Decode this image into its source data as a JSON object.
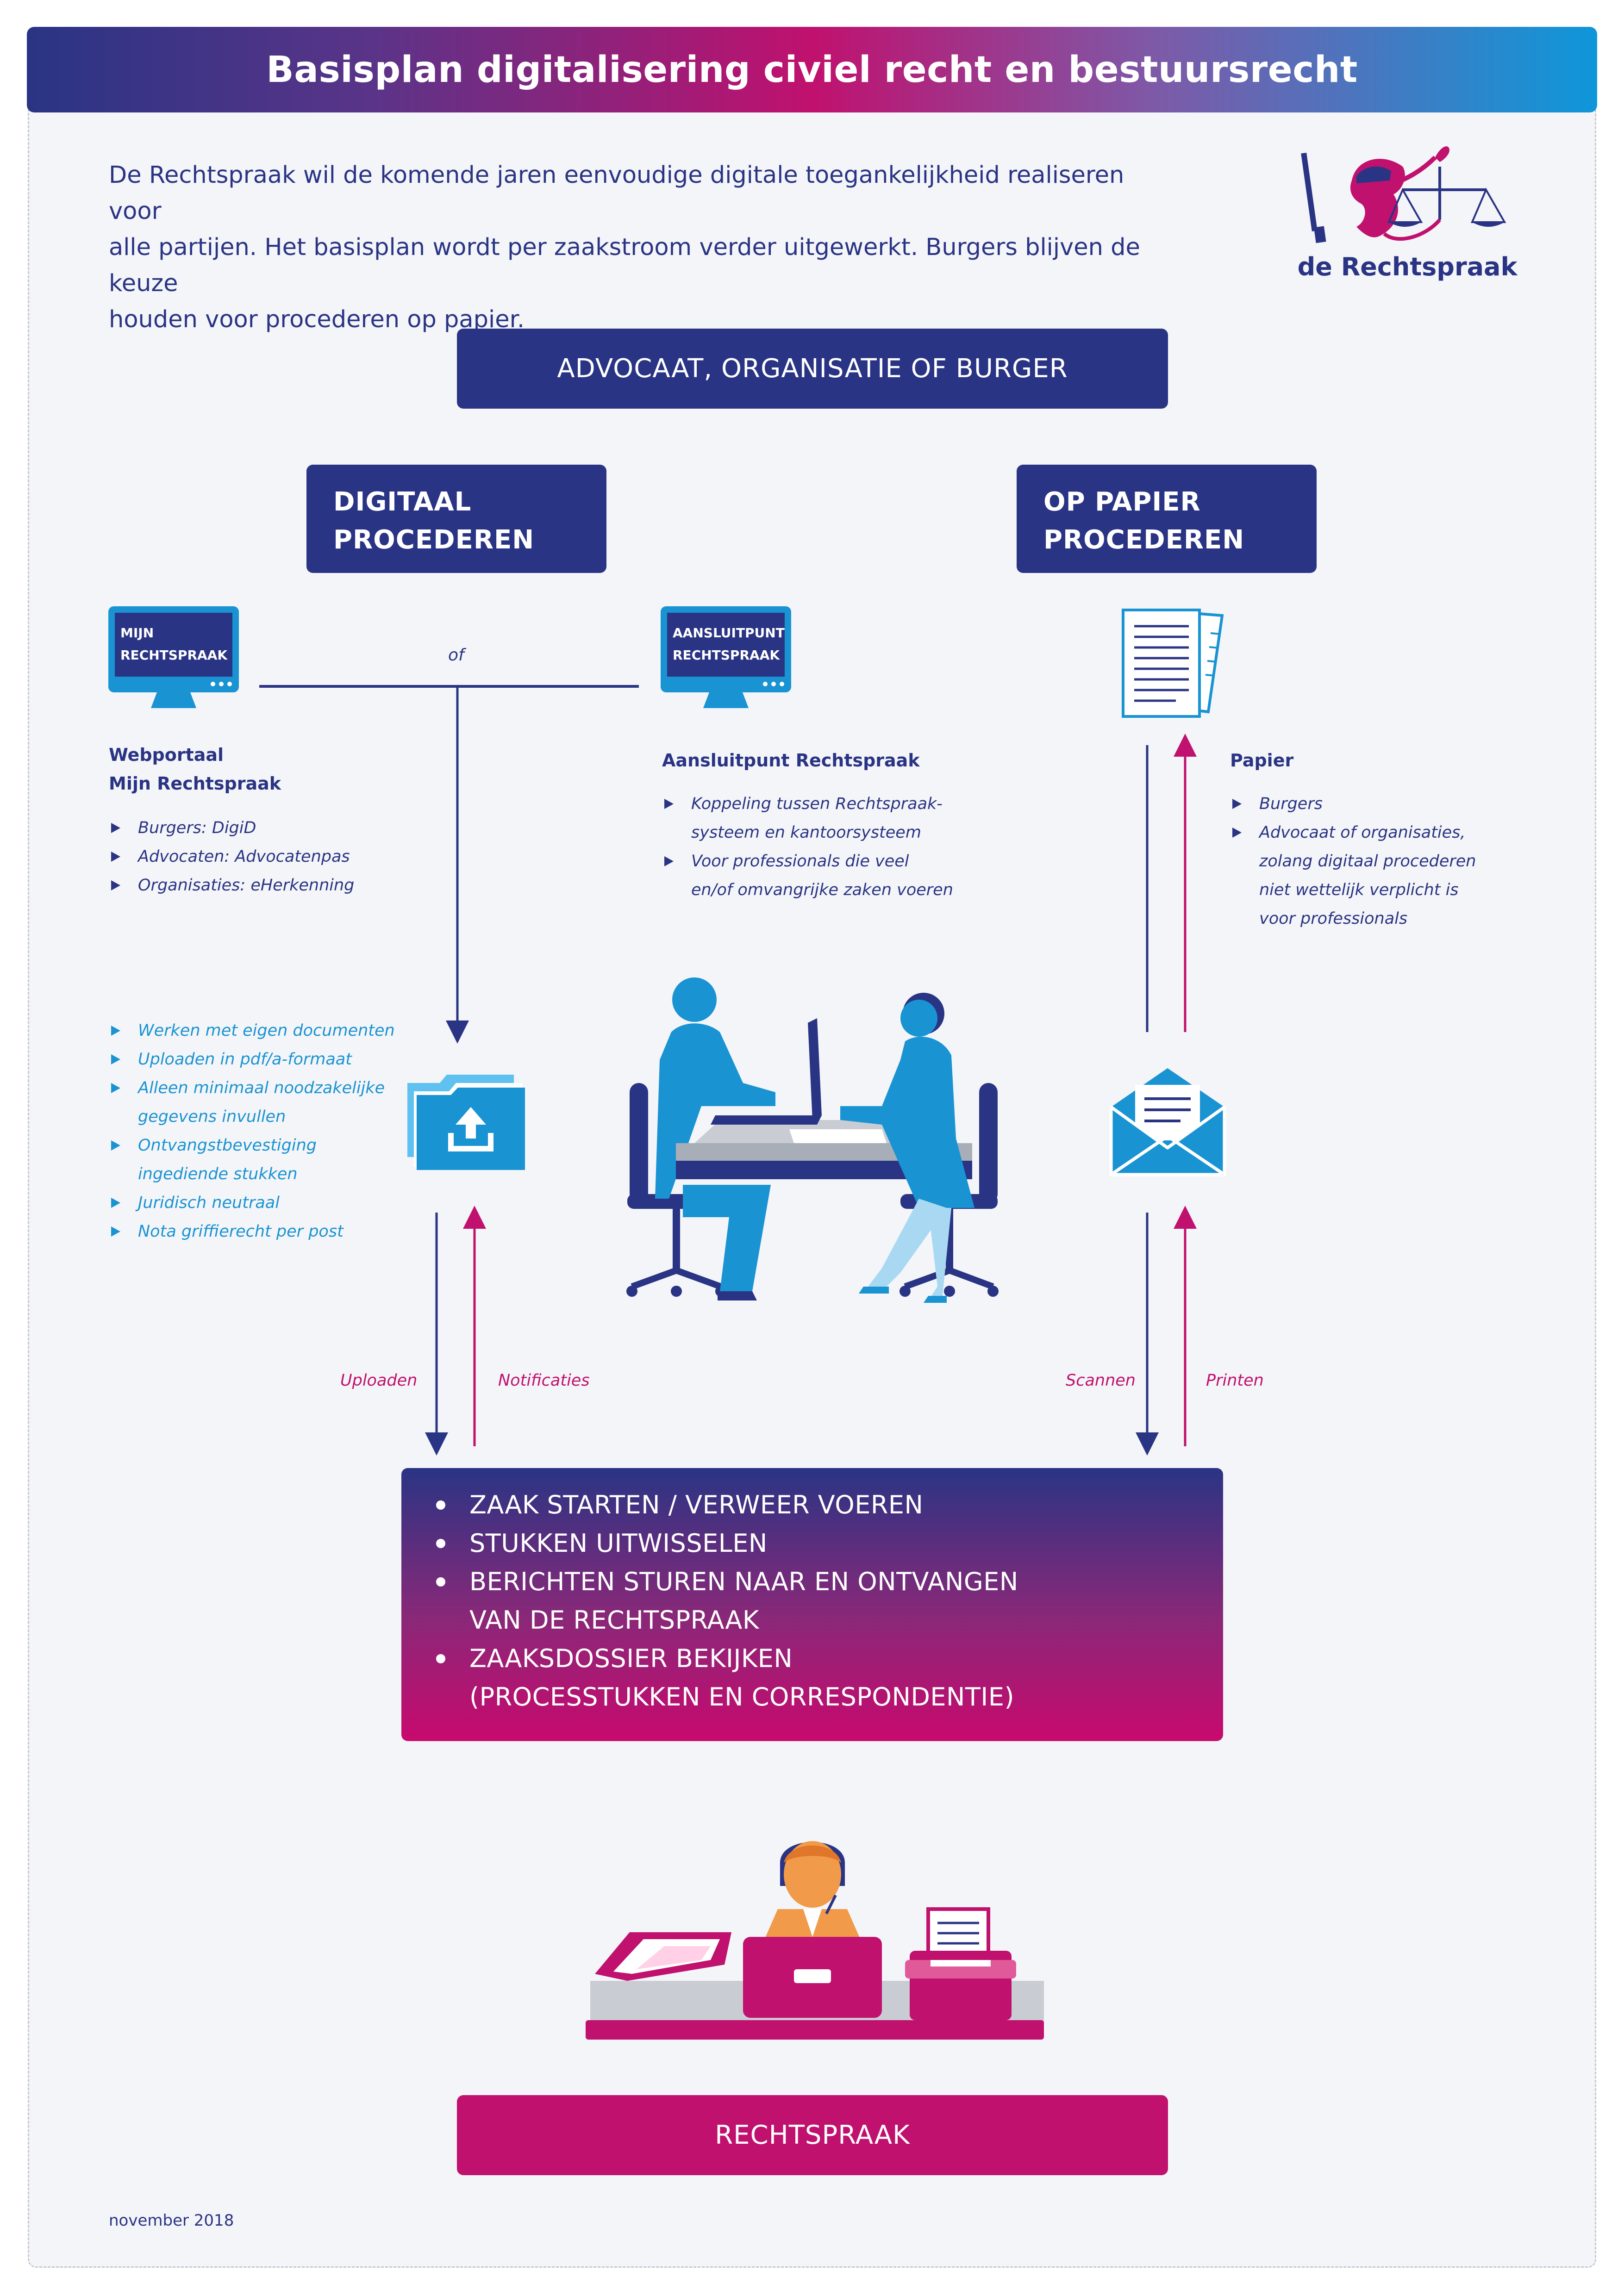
{
  "header": {
    "title": "Basisplan digitalisering civiel recht en bestuursrecht"
  },
  "intro": {
    "line1": "De Rechtspraak wil de komende jaren eenvoudige digitale toegankelijkheid realiseren voor",
    "line2": "alle partijen. Het basisplan wordt per zaakstroom verder uitgewerkt. Burgers blijven de keuze",
    "line3": "houden voor procederen op papier."
  },
  "logo": {
    "text": "de Rechtspraak",
    "icon": "lady-justice-logo-icon"
  },
  "top_box": {
    "label": "ADVOCAAT, ORGANISATIE OF BURGER"
  },
  "digital_box": {
    "line1": "DIGITAAL",
    "line2": "PROCEDEREN"
  },
  "paper_box": {
    "line1": "OP PAPIER",
    "line2": "PROCEDEREN"
  },
  "monitor_left": {
    "line1": "MIJN",
    "line2": "RECHTSPRAAK",
    "icon": "monitor-icon"
  },
  "monitor_right": {
    "line1": "AANSLUITPUNT",
    "line2": "RECHTSPRAAK",
    "icon": "monitor-icon"
  },
  "connector_label": "of",
  "webportaal": {
    "title1": "Webportaal",
    "title2": "Mijn Rechtspraak",
    "items": [
      "Burgers: DigiD",
      "Advocaten: Advocatenpas",
      "Organisaties: eHerkenning"
    ]
  },
  "aansluitpunt": {
    "title": "Aansluitpunt Rechtspraak",
    "items": [
      {
        "l1": "Koppeling tussen Rechtspraak-",
        "l2": "systeem en kantoorsysteem"
      },
      {
        "l1": "Voor professionals die veel",
        "l2": "en/of omvangrijke zaken voeren"
      }
    ]
  },
  "papier": {
    "title": "Papier",
    "items": [
      {
        "l1": "Burgers"
      },
      {
        "l1": "Advocaat of organisaties,",
        "l2": "zolang digitaal procederen",
        "l3": "niet wettelijk verplicht is",
        "l4": "voor professionals"
      }
    ]
  },
  "features": {
    "items": [
      {
        "l1": "Werken met eigen documenten"
      },
      {
        "l1": "Uploaden in pdf/a-formaat"
      },
      {
        "l1": "Alleen minimaal noodzakelijke",
        "l2": "gegevens invullen"
      },
      {
        "l1": "Ontvangstbevestiging",
        "l2": "ingediende stukken"
      },
      {
        "l1": "Juridisch neutraal"
      },
      {
        "l1": "Nota griffierecht per post"
      }
    ]
  },
  "arrow_labels": {
    "upload": "Uploaden",
    "notify": "Notificaties",
    "scan": "Scannen",
    "print": "Printen"
  },
  "center_box": {
    "items": [
      {
        "l1": "ZAAK STARTEN / VERWEER VOEREN"
      },
      {
        "l1": "STUKKEN UITWISSELEN"
      },
      {
        "l1": "BERICHTEN STUREN NAAR EN ONTVANGEN",
        "l2": "VAN DE RECHTSPRAAK"
      },
      {
        "l1": "ZAAKSDOSSIER BEKIJKEN",
        "l2": "(PROCESSTUKKEN EN CORRESPONDENTIE)"
      }
    ]
  },
  "bottom_box": {
    "label": "RECHTSPRAAK"
  },
  "footer": {
    "date": "november 2018"
  },
  "icons": {
    "document": "paper-documents-icon",
    "folder": "upload-folder-icon",
    "envelope": "envelope-icon",
    "meeting": "people-at-desk-illustration",
    "operator": "helpdesk-operator-illustration"
  },
  "colors": {
    "navy": "#2a3484",
    "magenta": "#c0116e",
    "blue": "#1a93d3",
    "light_blue": "#5fc1ef"
  }
}
